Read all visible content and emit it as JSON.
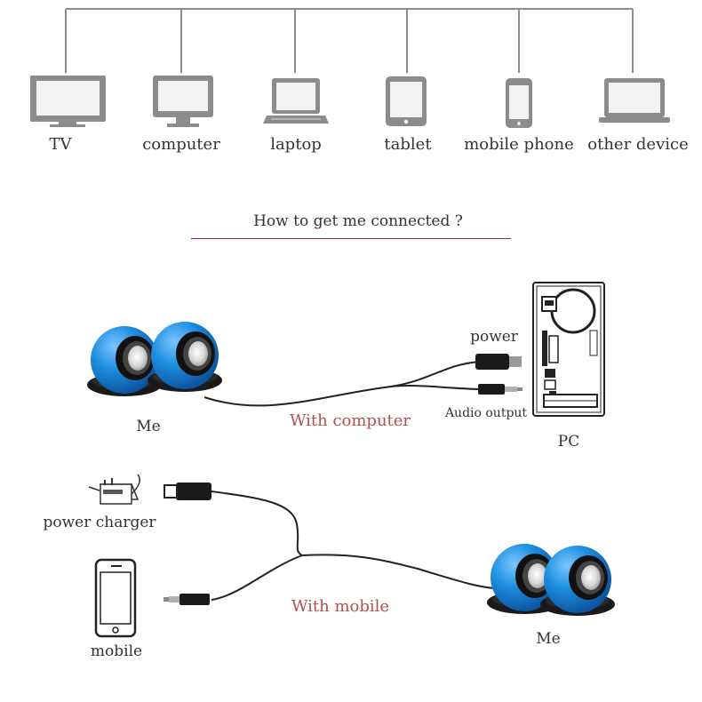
{
  "devices": [
    {
      "label": "TV",
      "icon": "tv-icon"
    },
    {
      "label": "computer",
      "icon": "computer-icon"
    },
    {
      "label": "laptop",
      "icon": "laptop-icon"
    },
    {
      "label": "tablet",
      "icon": "tablet-icon"
    },
    {
      "label": "mobile phone",
      "icon": "mobile-phone-icon"
    },
    {
      "label": "other device",
      "icon": "other-device-icon"
    }
  ],
  "guide": {
    "title": "How to get me connected ?",
    "computer_section": {
      "speaker_label": "Me",
      "connection_label": "With computer",
      "power_label": "power",
      "audio_label": "Audio output",
      "pc_label": "PC"
    },
    "mobile_section": {
      "charger_label": "power charger",
      "mobile_label": "mobile",
      "connection_label": "With mobile",
      "speaker_label": "Me"
    }
  },
  "colors": {
    "icon_gray": "#8c8c8c",
    "speaker_blue": "#1e8fe0",
    "accent_red": "#b05050",
    "rule_red": "#8b2c2c"
  }
}
